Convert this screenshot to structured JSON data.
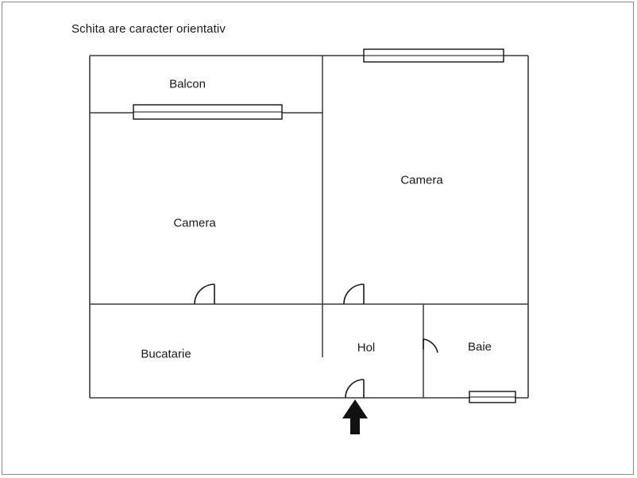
{
  "header": {
    "title": "Schita are caracter orientativ"
  },
  "plan": {
    "rooms": [
      {
        "label": "Balcon"
      },
      {
        "label": "Camera"
      },
      {
        "label": "Camera"
      },
      {
        "label": "Bucatarie"
      },
      {
        "label": "Hol"
      },
      {
        "label": "Baie"
      }
    ],
    "openings": [
      {
        "type": "window",
        "name": "window-balcon"
      },
      {
        "type": "window",
        "name": "window-camera-right"
      },
      {
        "type": "window",
        "name": "window-baie"
      },
      {
        "type": "door",
        "name": "door-camera-bucatarie"
      },
      {
        "type": "door",
        "name": "door-camera-hol"
      },
      {
        "type": "door",
        "name": "door-hol-baie"
      },
      {
        "type": "door",
        "name": "door-entrance"
      }
    ],
    "entrance_marker": "entrance-arrow-icon"
  },
  "colors": {
    "background": "#ffffff",
    "wall": "#3a3a3a",
    "frame": "#8a8a8a",
    "text": "#1a1a1a",
    "arrow": "#111111"
  }
}
